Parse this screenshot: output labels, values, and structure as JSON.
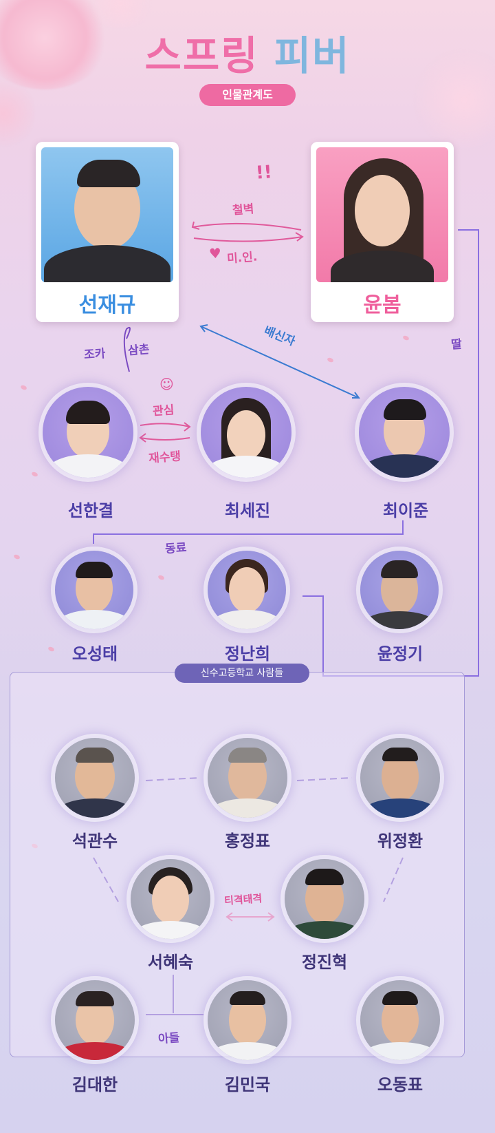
{
  "title": {
    "part1": "스프링",
    "part2": "피버"
  },
  "subtitle": "인물관계도",
  "leads": [
    {
      "name": "선재규"
    },
    {
      "name": "윤봄"
    }
  ],
  "relations": {
    "lead_top": "철벽",
    "lead_bottom": "미.인.",
    "betrayer": "배신자",
    "uncle": "삼촌",
    "nephew": "조카",
    "daughter": "딸",
    "interest": "관심",
    "rematch": "재수탱",
    "colleague": "동료",
    "rivalry": "티격태격",
    "son": "아들"
  },
  "main_cast": [
    {
      "name": "선한결"
    },
    {
      "name": "최세진"
    },
    {
      "name": "최이준"
    },
    {
      "name": "오성태"
    },
    {
      "name": "정난희"
    },
    {
      "name": "윤정기"
    }
  ],
  "school_title": "신수고등학교 사람들",
  "school_cast": [
    {
      "name": "석관수"
    },
    {
      "name": "홍정표"
    },
    {
      "name": "위정환"
    },
    {
      "name": "서혜숙"
    },
    {
      "name": "정진혁"
    },
    {
      "name": "김대한"
    },
    {
      "name": "김민국"
    },
    {
      "name": "오동표"
    }
  ],
  "colors": {
    "pink_accent": "#ef6ea8",
    "blue_accent": "#7fb6de",
    "name_purple": "#4b3ea6",
    "line_purple": "#8a6fe0"
  }
}
